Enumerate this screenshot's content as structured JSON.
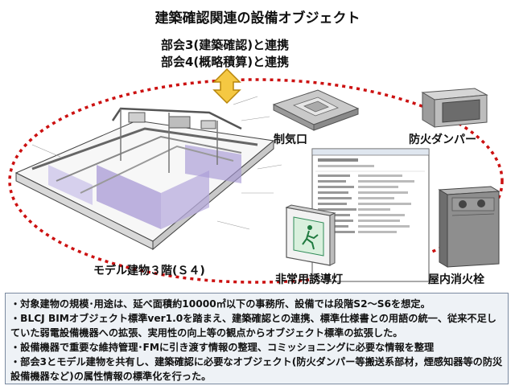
{
  "title": "建築確認関連の設備オブジェクト",
  "liaison": {
    "line1": "部会3(建築確認)と連携",
    "line2": "部会4(概略積算)と連携"
  },
  "labels": {
    "model_building": "モデル建物３階(Ｓ４)",
    "diffuser": "制気口",
    "fire_damper": "防火ダンパー",
    "exit_sign": "非常用誘導灯",
    "fire_hydrant": "屋内消火栓"
  },
  "notes": [
    "・対象建物の規模･用途は、延べ面積約10000㎡以下の事務所、設備では段階S2～S6を想定。",
    "・BLCJ BIMオブジェクト標準ver1.0を踏まえ、建築確認との連携、標準仕様書との用語の統一、従来不足していた弱電設備機器への拡張、実用性の向上等の観点からオブジェクト標準の拡張した。",
    "・設備機器で重要な維持管理･FMに引き渡す情報の整理、コミッショニングに必要な情報を整理",
    "・部会3とモデル建物を共有し、建築確認に必要なオブジェクト(防火ダンパー等搬送系部材，煙感知器等の防災設備機器など)の属性情報の標準化を行った。"
  ],
  "colors": {
    "dashed_ellipse": "#cc1111",
    "arrow_fill": "#f5c842",
    "arrow_stroke": "#b8860b",
    "notes_background": "#eef2f6",
    "building_partition": "#a89ad6"
  }
}
